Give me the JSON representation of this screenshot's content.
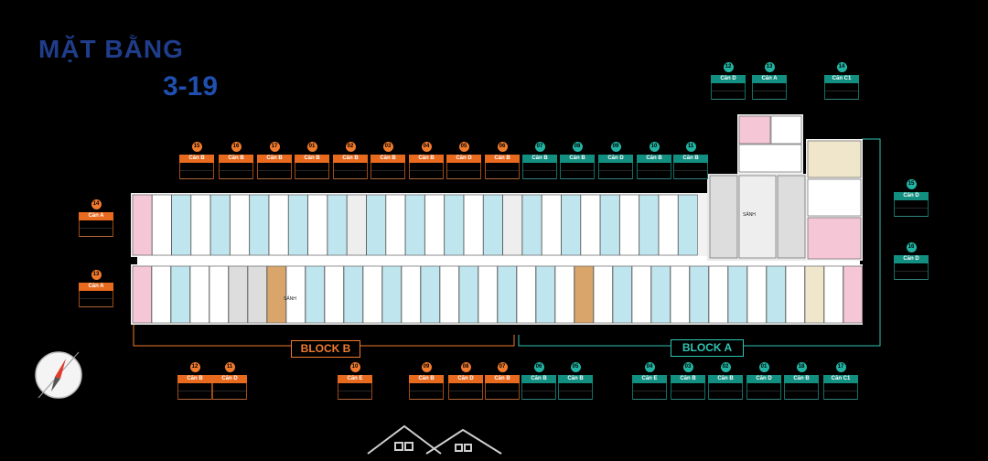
{
  "header": {
    "title": "MẶT BẰNG",
    "floors": "3-19"
  },
  "blocks": {
    "b_label": "BLOCK B",
    "a_label": "BLOCK A"
  },
  "stair_label": "SẢNH",
  "colors": {
    "orange": "#f07a2c",
    "teal": "#21b3a2",
    "pink": "#f4c6d6",
    "blue": "#bfe6ef",
    "tan": "#d9a56a",
    "cream": "#efe6cc",
    "title": "#1f3d8a"
  },
  "units_top": [
    {
      "num": "15",
      "type": "Căn B",
      "block": "B"
    },
    {
      "num": "16",
      "type": "Căn B",
      "block": "B"
    },
    {
      "num": "17",
      "type": "Căn B",
      "block": "B"
    },
    {
      "num": "01",
      "type": "Căn B",
      "block": "B"
    },
    {
      "num": "02",
      "type": "Căn B",
      "block": "B"
    },
    {
      "num": "03",
      "type": "Căn B",
      "block": "B"
    },
    {
      "num": "04",
      "type": "Căn B",
      "block": "B"
    },
    {
      "num": "05",
      "type": "Căn D",
      "block": "B"
    },
    {
      "num": "06",
      "type": "Căn B",
      "block": "B"
    },
    {
      "num": "07",
      "type": "Căn B",
      "block": "A"
    },
    {
      "num": "08",
      "type": "Căn B",
      "block": "A"
    },
    {
      "num": "09",
      "type": "Căn D",
      "block": "A"
    },
    {
      "num": "10",
      "type": "Căn B",
      "block": "A"
    },
    {
      "num": "11",
      "type": "Căn B",
      "block": "A"
    }
  ],
  "units_top_right": [
    {
      "num": "12",
      "type": "Căn D",
      "block": "A"
    },
    {
      "num": "13",
      "type": "Căn A",
      "block": "A"
    },
    {
      "num": "14",
      "type": "Căn C1",
      "block": "A"
    }
  ],
  "units_right": [
    {
      "num": "15",
      "type": "Căn D",
      "block": "A"
    },
    {
      "num": "16",
      "type": "Căn D",
      "block": "A"
    }
  ],
  "units_left": [
    {
      "num": "14",
      "type": "Căn A",
      "block": "B"
    },
    {
      "num": "13",
      "type": "Căn A",
      "block": "B"
    }
  ],
  "units_bottom": [
    {
      "num": "12",
      "type": "Căn B",
      "block": "B"
    },
    {
      "num": "11",
      "type": "Căn D",
      "block": "B"
    },
    {
      "num": "10",
      "type": "Căn E",
      "block": "B"
    },
    {
      "num": "09",
      "type": "Căn B",
      "block": "B"
    },
    {
      "num": "08",
      "type": "Căn D",
      "block": "B"
    },
    {
      "num": "07",
      "type": "Căn B",
      "block": "B"
    },
    {
      "num": "06",
      "type": "Căn B",
      "block": "A"
    },
    {
      "num": "05",
      "type": "Căn B",
      "block": "A"
    },
    {
      "num": "04",
      "type": "Căn E",
      "block": "A"
    },
    {
      "num": "03",
      "type": "Căn B",
      "block": "A"
    },
    {
      "num": "02",
      "type": "Căn B",
      "block": "A"
    },
    {
      "num": "01",
      "type": "Căn D",
      "block": "A"
    },
    {
      "num": "18",
      "type": "Căn B",
      "block": "A"
    },
    {
      "num": "17",
      "type": "Căn C1",
      "block": "A"
    }
  ]
}
